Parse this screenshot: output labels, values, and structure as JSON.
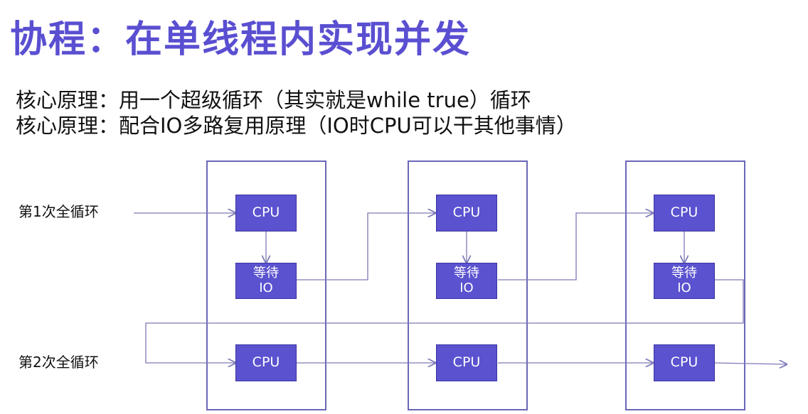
{
  "title": "协程：在单线程内实现并发",
  "principles": [
    "核心原理：用一个超级循环（其实就是while true）循环",
    "核心原理：配合IO多路复用原理（IO时CPU可以干其他事情）"
  ],
  "rows": [
    "第1次全循环",
    "第2次全循环"
  ],
  "nodes": {
    "cpu_label": "CPU",
    "io_line1": "等待",
    "io_line2": "IO"
  },
  "colors": {
    "title": "#5a4fd1",
    "node_fill": "#5a52cf",
    "frame": "#6b67b8",
    "arrow": "#7d7ab8"
  }
}
